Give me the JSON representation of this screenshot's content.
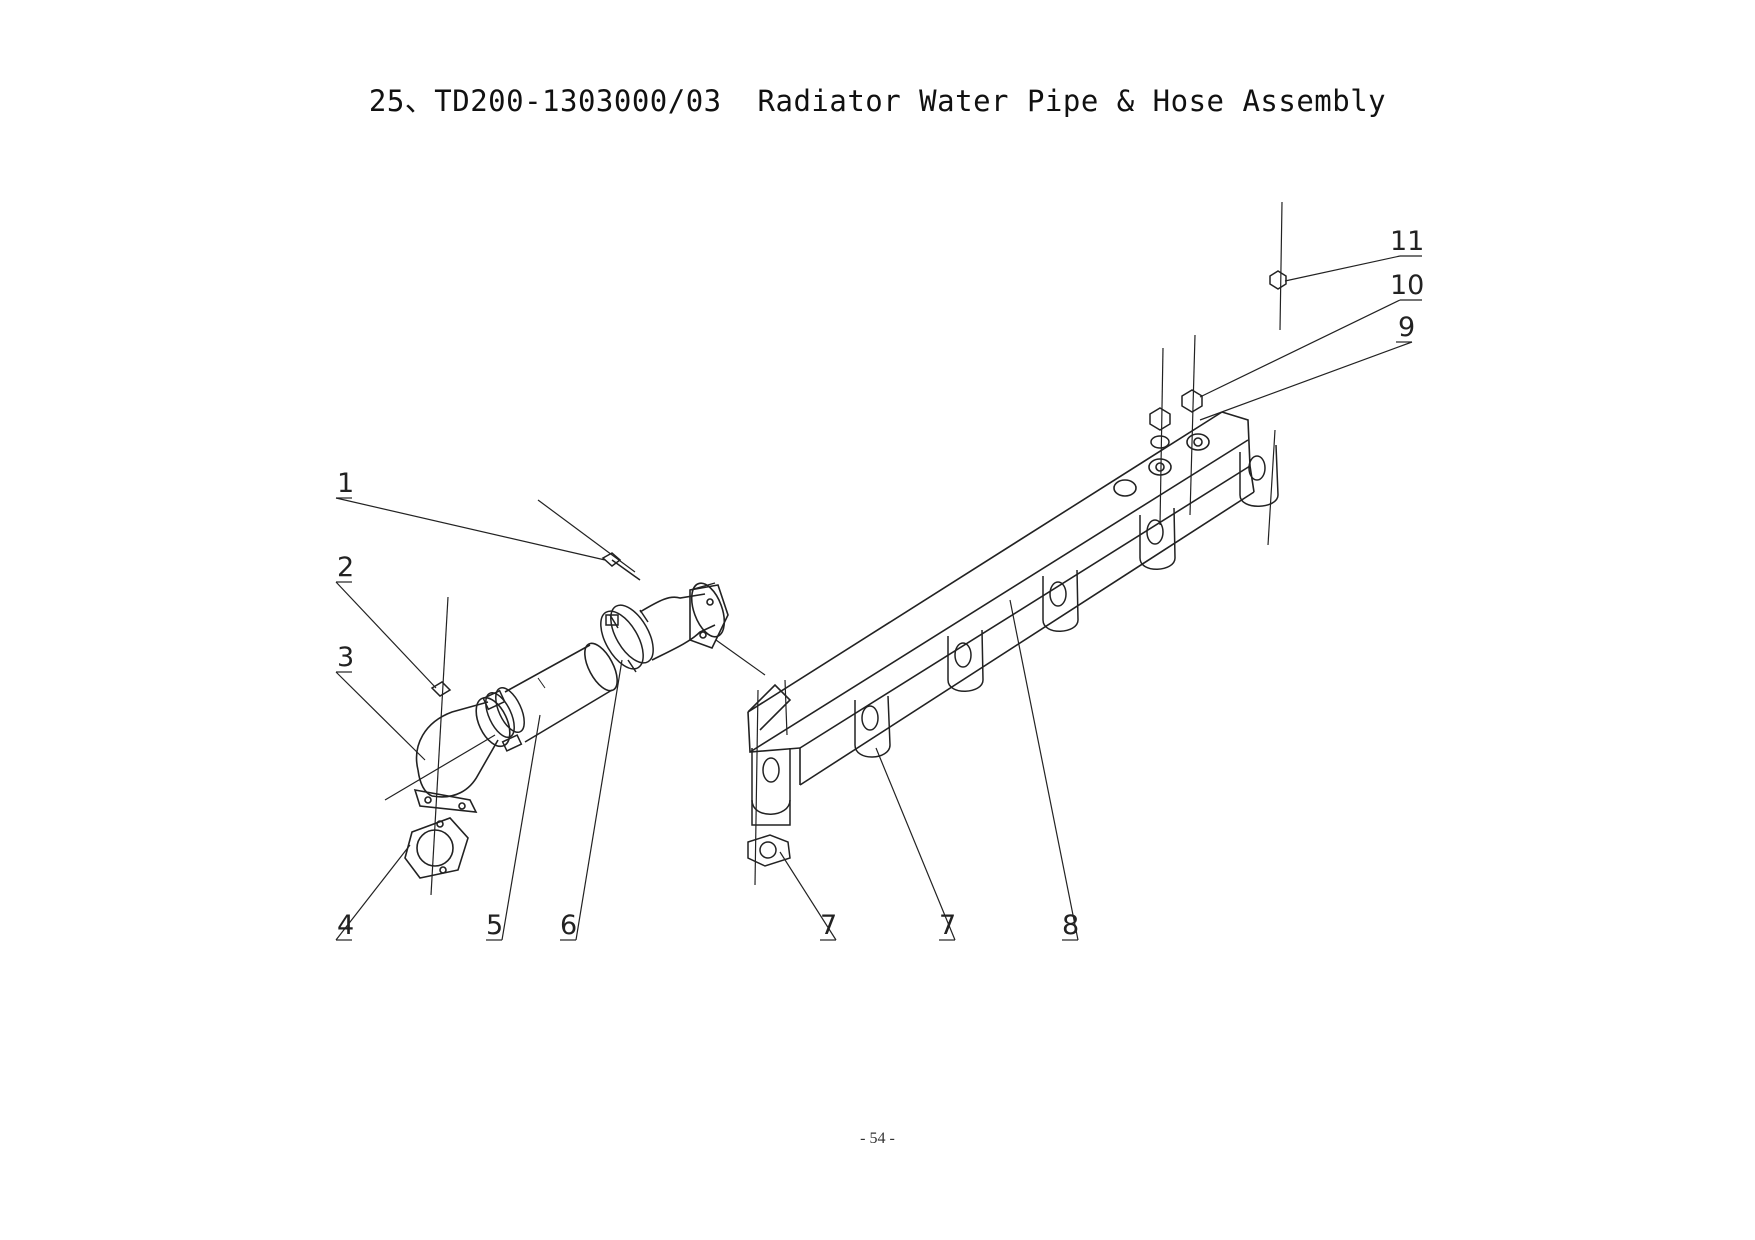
{
  "title": "25、TD200-1303000/03  Radiator Water Pipe & Hose Assembly",
  "callouts": [
    {
      "id": "c1",
      "label": "1"
    },
    {
      "id": "c2",
      "label": "2"
    },
    {
      "id": "c3",
      "label": "3"
    },
    {
      "id": "c4",
      "label": "4"
    },
    {
      "id": "c5",
      "label": "5"
    },
    {
      "id": "c6",
      "label": "6"
    },
    {
      "id": "c7a",
      "label": "7"
    },
    {
      "id": "c7b",
      "label": "7"
    },
    {
      "id": "c8",
      "label": "8"
    },
    {
      "id": "c9",
      "label": "9"
    },
    {
      "id": "c10",
      "label": "10"
    },
    {
      "id": "c11",
      "label": "11"
    }
  ],
  "page_number": "- 54 -",
  "colors": {
    "line": "#222222",
    "background": "#ffffff"
  }
}
